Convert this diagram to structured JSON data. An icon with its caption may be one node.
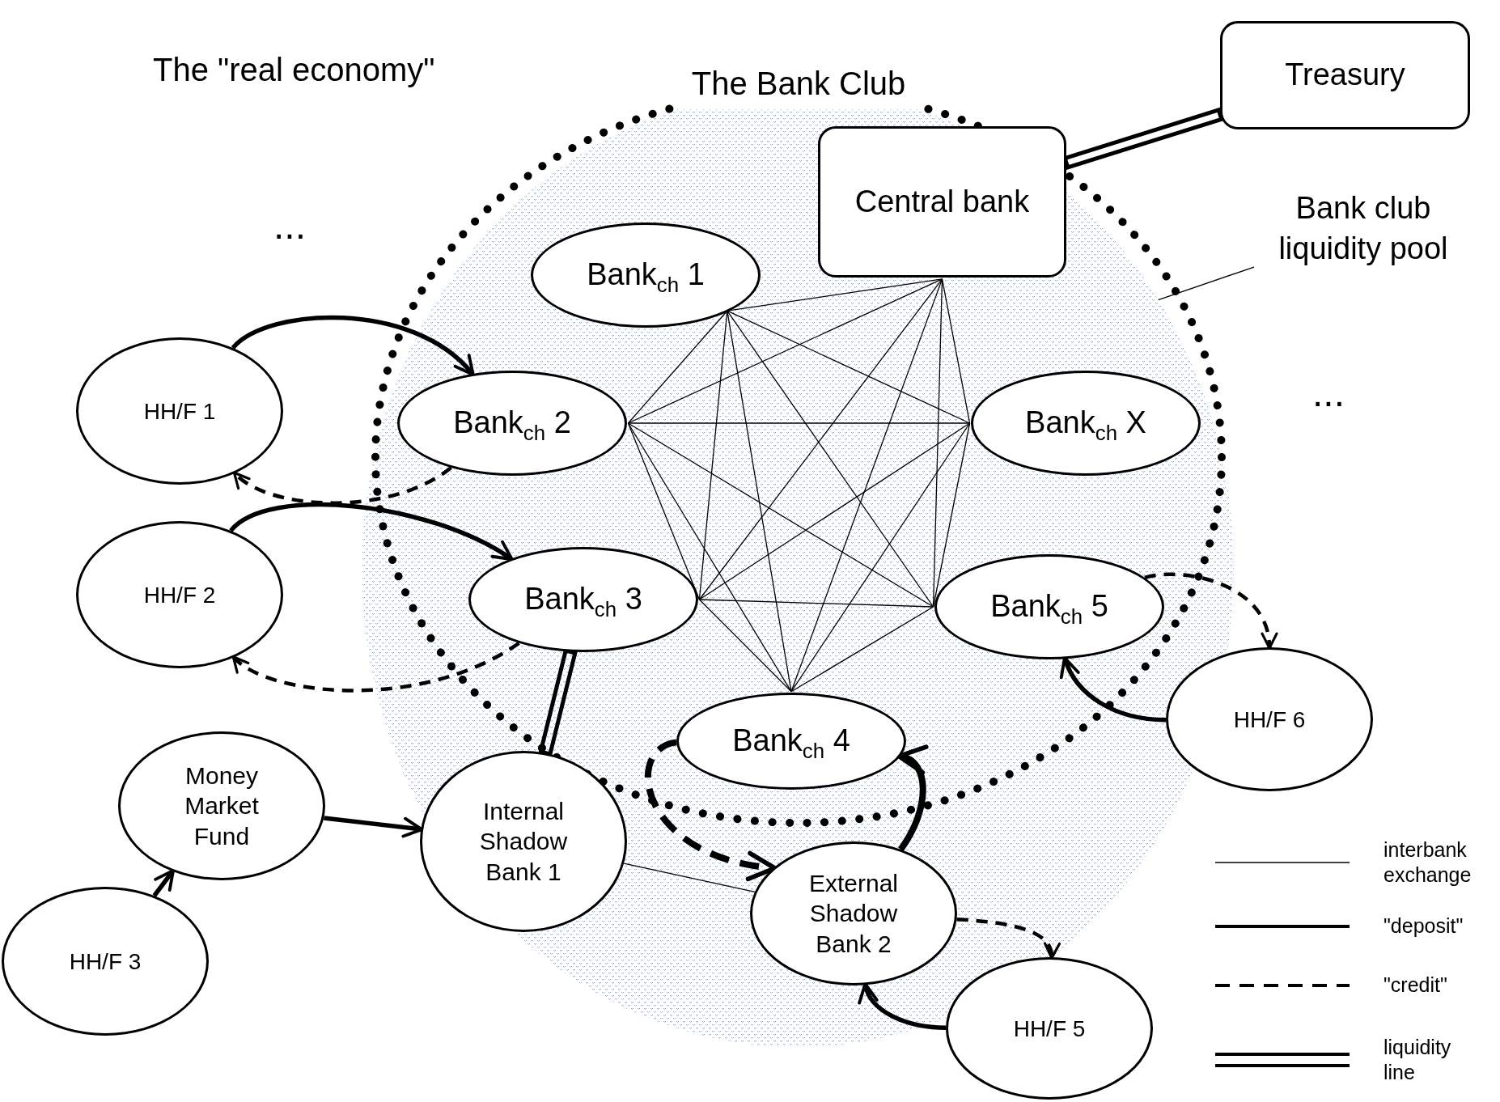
{
  "diagram": {
    "nodes": [
      {
        "text": [],
        "shape": "ellipse"
      },
      {
        "text": [
          "The Bank Club"
        ],
        "in": 0
      },
      {
        "text": [
          "Treasury"
        ]
      },
      {
        "text": [
          "Central bank"
        ],
        "in": 1
      },
      {
        "text": [
          "Bank$_{ch}$ 1"
        ],
        "in": 1
      },
      {
        "text": [
          "Bank$_{ch}$ 2"
        ],
        "in": 1
      },
      {
        "text": [
          "Bank$_{ch}$ X"
        ],
        "in": 1
      },
      {
        "text": [
          "Bank$_{ch}$ 3"
        ],
        "in": 1
      },
      {
        "text": [
          "Bank$_{ch}$ 5"
        ],
        "in": 1
      },
      {
        "text": [
          "Bank$_{ch}$ 4"
        ],
        "in": 1
      },
      {
        "text": [
          "Bank club liquidity pool"
        ]
      },
      {
        "text": [
          "HH/F 1"
        ]
      },
      {
        "text": [
          "HH/F 2"
        ]
      },
      {
        "text": [
          "Money Market Fund"
        ]
      },
      {
        "text": [
          "HH/F 3"
        ]
      },
      {
        "text": [
          "Internal Shadow Bank 1"
        ],
        "in": 0
      },
      {
        "text": [
          "External Shadow Bank 2"
        ],
        "in": 0
      },
      {
        "text": [
          "HH/F 6"
        ]
      },
      {
        "text": [
          "HH/F 5"
        ]
      }
    ],
    "edges": [
      {
        "from": 3,
        "to": 4,
        "arrow": "none"
      },
      {
        "from": 3,
        "to": 5,
        "arrow": "none"
      },
      {
        "from": 3,
        "to": 6,
        "arrow": "none"
      },
      {
        "from": 3,
        "to": 7,
        "arrow": "none"
      },
      {
        "from": 3,
        "to": 8,
        "arrow": "none"
      },
      {
        "from": 3,
        "to": 9,
        "arrow": "none"
      },
      {
        "from": 4,
        "to": 5,
        "arrow": "none"
      },
      {
        "from": 4,
        "to": 6,
        "arrow": "none"
      },
      {
        "from": 4,
        "to": 7,
        "arrow": "none"
      },
      {
        "from": 4,
        "to": 8,
        "arrow": "none"
      },
      {
        "from": 4,
        "to": 9,
        "arrow": "none"
      },
      {
        "from": 5,
        "to": 6,
        "arrow": "none"
      },
      {
        "from": 5,
        "to": 7,
        "arrow": "none"
      },
      {
        "from": 5,
        "to": 8,
        "arrow": "none"
      },
      {
        "from": 5,
        "to": 9,
        "arrow": "none"
      },
      {
        "from": 6,
        "to": 7,
        "arrow": "none"
      },
      {
        "from": 6,
        "to": 8,
        "arrow": "none"
      },
      {
        "from": 6,
        "to": 9,
        "arrow": "none"
      },
      {
        "from": 7,
        "to": 8,
        "arrow": "none"
      },
      {
        "from": 7,
        "to": 9,
        "arrow": "none"
      },
      {
        "from": 8,
        "to": 9,
        "arrow": "none"
      },
      {
        "from": 15,
        "to": 16,
        "arrow": "none"
      },
      {
        "from": 2,
        "to": 3,
        "arrow": "none",
        "style": "thick"
      },
      {
        "from": 7,
        "to": 15,
        "arrow": "none",
        "style": "thick"
      },
      {
        "from": 11,
        "to": 5,
        "arrow": "to",
        "style": "thick"
      },
      {
        "from": 5,
        "to": 11,
        "arrow": "to",
        "style": "dashed"
      },
      {
        "from": 12,
        "to": 7,
        "arrow": "to",
        "style": "thick"
      },
      {
        "from": 7,
        "to": 12,
        "arrow": "to",
        "style": "dashed"
      },
      {
        "from": 14,
        "to": 13,
        "arrow": "to",
        "style": "thick"
      },
      {
        "from": 13,
        "to": 15,
        "arrow": "to",
        "style": "thick"
      },
      {
        "from": 17,
        "to": 8,
        "arrow": "to",
        "style": "thick"
      },
      {
        "from": 8,
        "to": 17,
        "arrow": "to",
        "style": "dashed"
      },
      {
        "from": 18,
        "to": 16,
        "arrow": "to",
        "style": "thick"
      },
      {
        "from": 16,
        "to": 18,
        "arrow": "to",
        "style": "dashed"
      },
      {
        "from": 16,
        "to": 9,
        "arrow": "to",
        "style": "thick"
      },
      {
        "from": 9,
        "to": 16,
        "arrow": "to",
        "style": "dashed"
      },
      {
        "from": 10,
        "to": 0,
        "arrow": "none"
      }
    ],
    "labels": [
      "The \"real economy\"",
      "...",
      "..."
    ],
    "legend": [
      {
        "text": "interbank exchange"
      },
      {
        "text": "\"deposit\""
      },
      {
        "text": "\"credit\""
      },
      {
        "text": "liquidity line"
      }
    ]
  }
}
